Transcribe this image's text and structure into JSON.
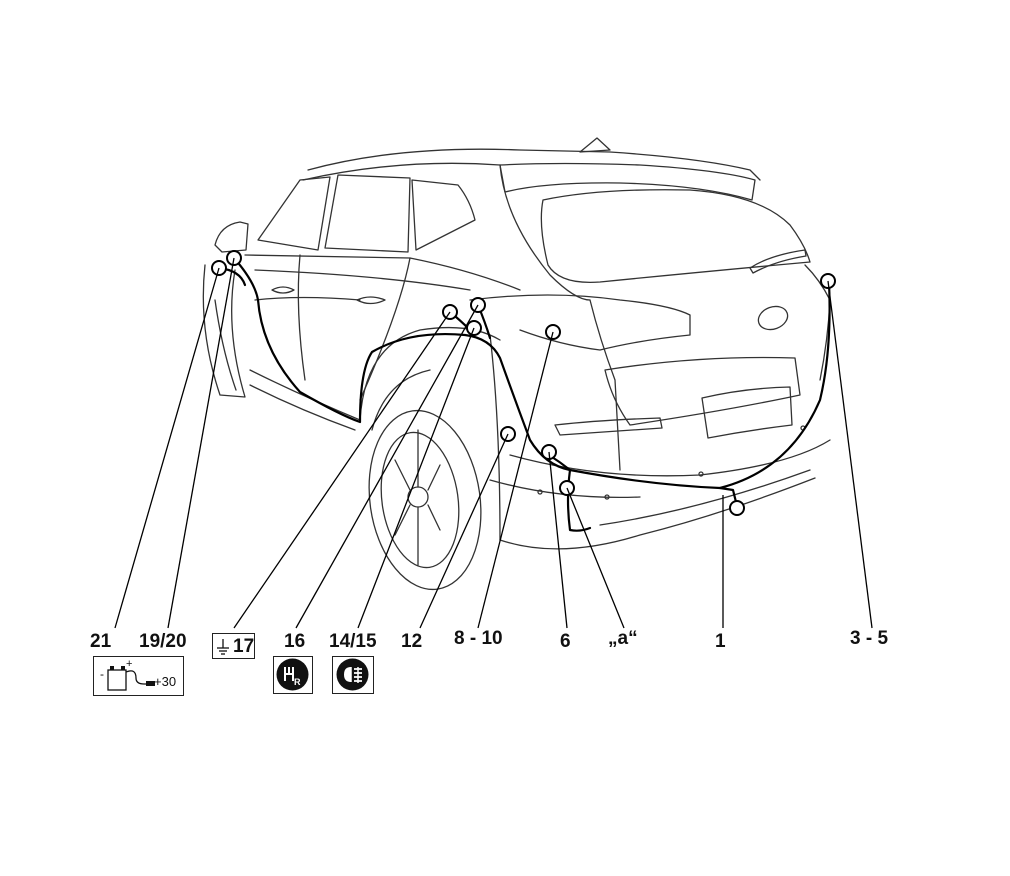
{
  "callouts": {
    "c21": "21",
    "c19_20": "19/20",
    "c17": "17",
    "c16": "16",
    "c14_15": "14/15",
    "c12": "12",
    "c8_10": "8 - 10",
    "c6": "6",
    "ca": "„a“",
    "c1": "1",
    "c3_5": "3 - 5"
  },
  "battery_label": "+30",
  "icons": {
    "ground": "ground-icon",
    "battery": "battery-icon",
    "reverse": "reverse-light-icon",
    "fog": "rear-fog-light-icon"
  },
  "colors": {
    "line": "#1a1a1a",
    "harness": "#000000",
    "background": "#ffffff"
  }
}
